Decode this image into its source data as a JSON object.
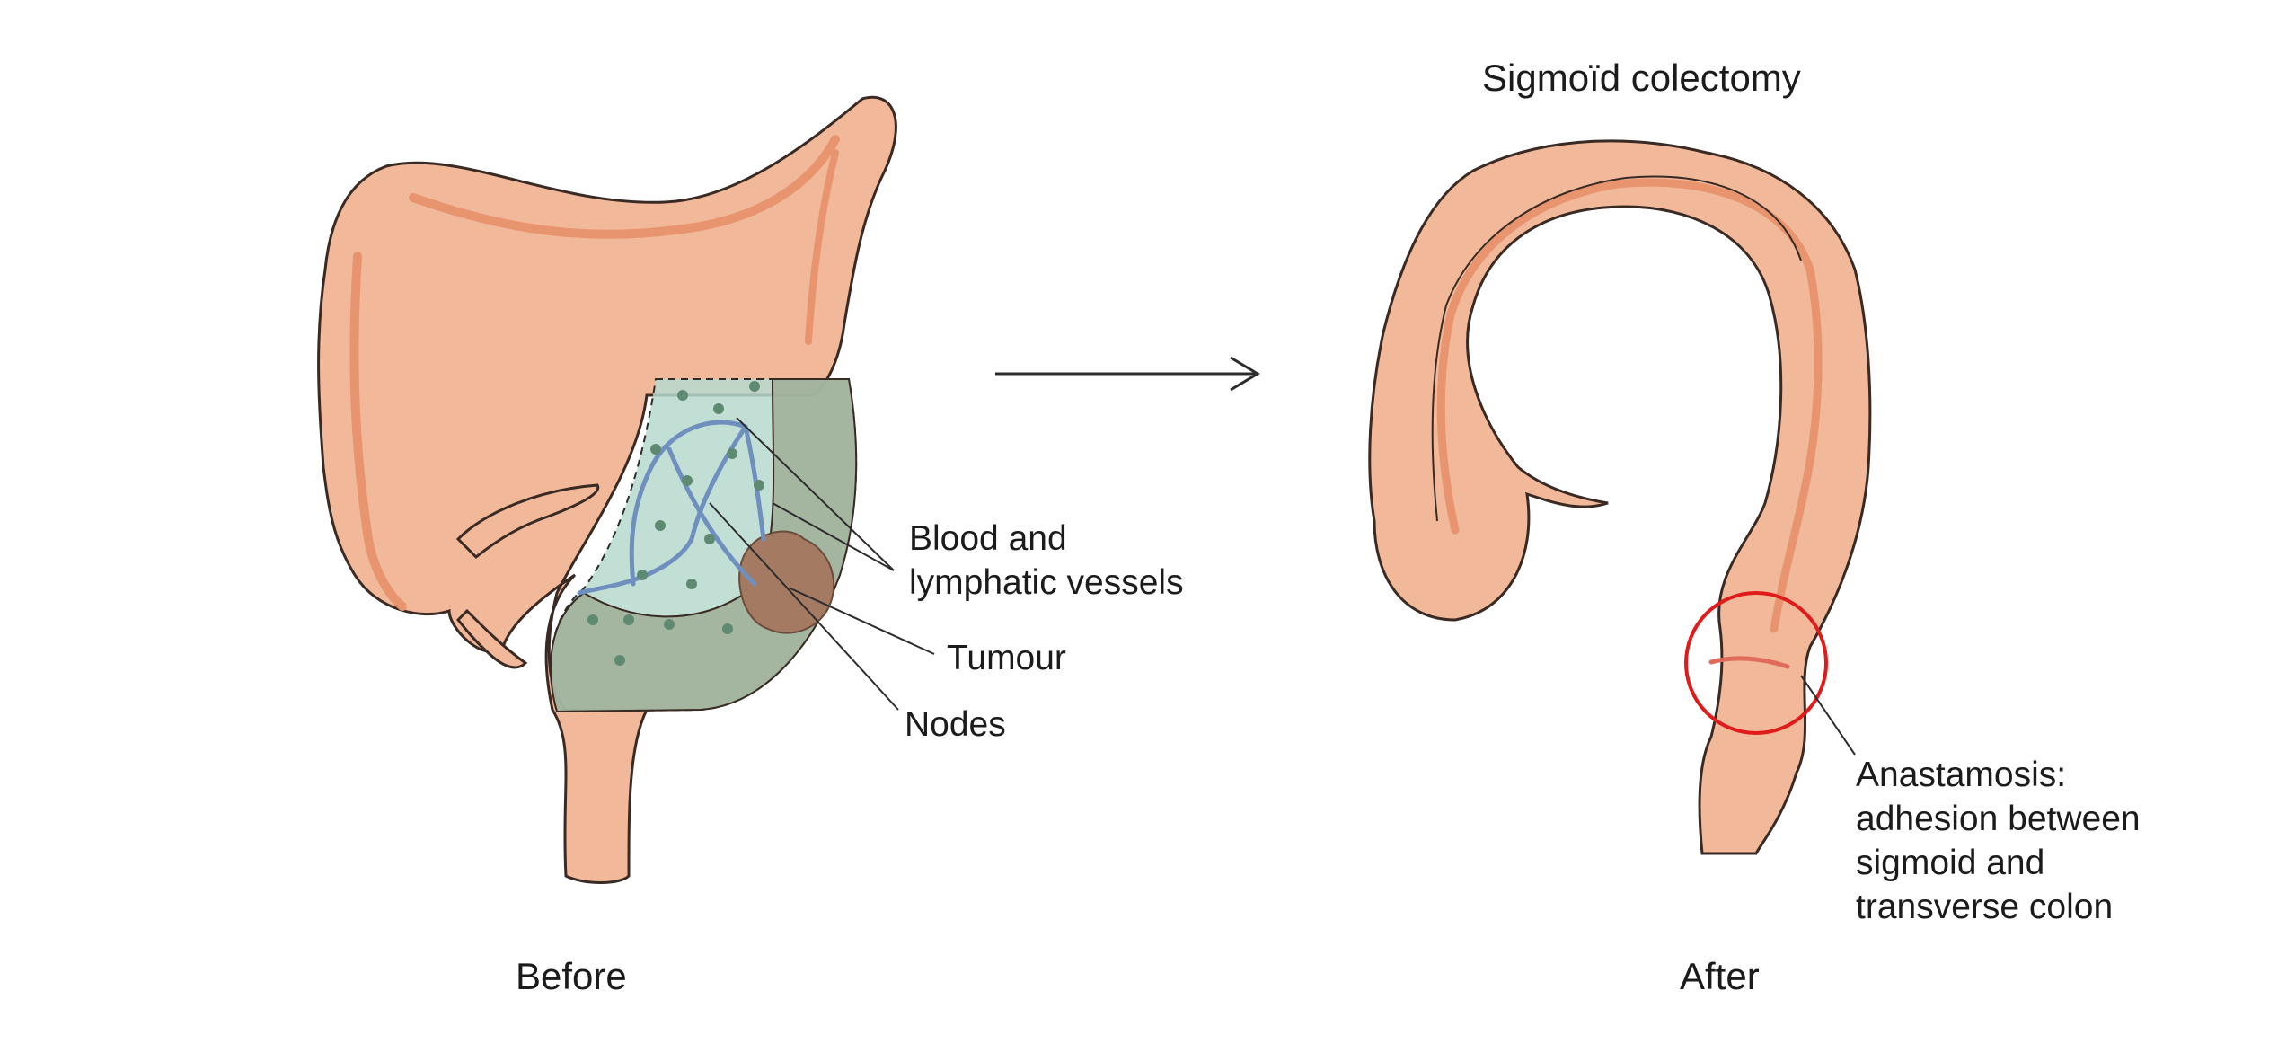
{
  "title": "Sigmoïd colectomy",
  "labels": {
    "vessels": "Blood and\nlymphatic vessels",
    "tumour": "Tumour",
    "nodes": "Nodes",
    "anastomosis": "Anastamosis:\nadhesion between\nsigmoid and\ntransverse colon"
  },
  "captions": {
    "before": "Before",
    "after": "After"
  },
  "colors": {
    "colon_fill": "#f2b89a",
    "colon_shade": "#e7946f",
    "colon_outline": "#3a2a24",
    "resection_region": "#b7d9cf",
    "resection_gray": "#9fae96",
    "tumour": "#a47a62",
    "vessels": "#6f8fbf",
    "nodes": "#5f8a72",
    "anastomosis_circle": "#e01b1b"
  }
}
